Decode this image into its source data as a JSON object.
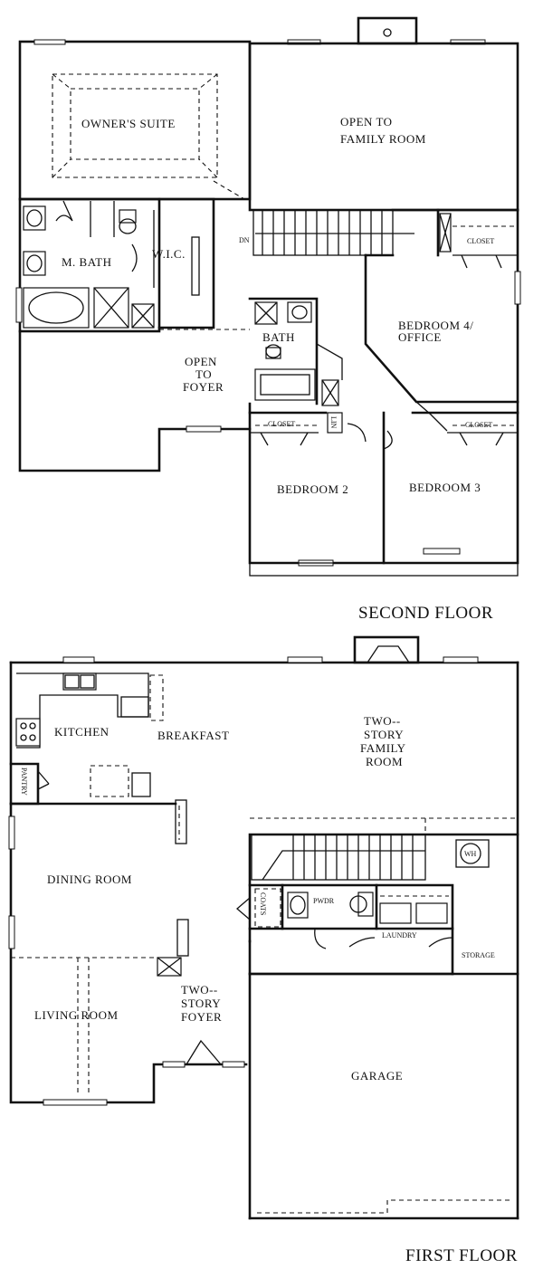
{
  "second_floor": {
    "title": "SECOND FLOOR",
    "rooms": {
      "owners_suite": "OWNER'S SUITE",
      "open_family_line1": "OPEN TO",
      "open_family_line2": "FAMILY ROOM",
      "m_bath": "M. BATH",
      "wic": "W.I.C.",
      "open_foyer_line1": "OPEN",
      "open_foyer_line2": "TO",
      "open_foyer_line3": "FOYER",
      "bath": "BATH",
      "bedroom4_line1": "BEDROOM 4/",
      "bedroom4_line2": "OFFICE",
      "closet_bed4": "CLOSET",
      "closet_bed2": "CLOSET",
      "closet_bed3": "CLOSET",
      "linen": "LIN",
      "dn": "DN",
      "bedroom2": "BEDROOM 2",
      "bedroom3": "BEDROOM 3"
    }
  },
  "first_floor": {
    "title": "FIRST FLOOR",
    "rooms": {
      "kitchen": "KITCHEN",
      "breakfast": "BREAKFAST",
      "family_line1": "TWO--",
      "family_line2": "STORY",
      "family_line3": "FAMILY",
      "family_line4": "ROOM",
      "pantry": "PANTRY",
      "wh": "WH",
      "dining_room": "DINING ROOM",
      "coats": "COATS",
      "pwdr": "PWDR",
      "laundry": "LAUNDRY",
      "storage": "STORAGE",
      "living_room": "LIVING ROOM",
      "foyer_line1": "TWO--",
      "foyer_line2": "STORY",
      "foyer_line3": "FOYER",
      "garage": "GARAGE"
    }
  }
}
